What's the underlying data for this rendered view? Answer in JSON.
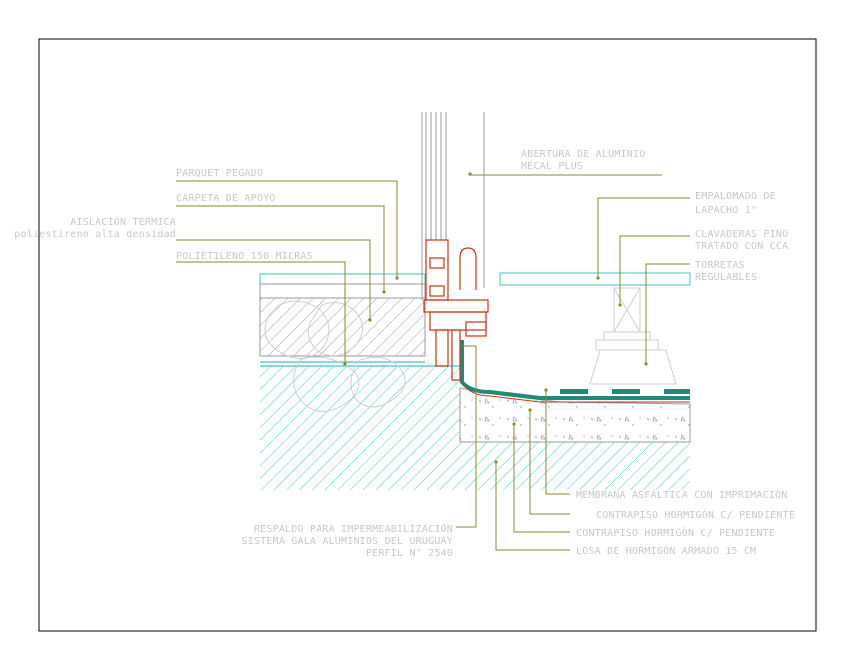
{
  "labels": {
    "parquet": "PARQUET PEGADO",
    "carpeta": "CARPETA DE APOYO",
    "aislacion_1": "AISLACIÓN TERMICA",
    "aislacion_2": "poliestireno alta densidad",
    "polietileno": "POLIETILENO 150 MICRAS",
    "abertura_1": "ABERTURA DE ALUMINIO",
    "abertura_2": "MECAL PLUS",
    "empalomado_1": "EMPALOMADO DE",
    "empalomado_2": "LAPACHO 1\"",
    "clavaderas_1": "CLAVADERAS PINO",
    "clavaderas_2": "TRATADO CON CCA",
    "torretas_1": "TORRETAS",
    "torretas_2": "REGULABLES",
    "membrana": "MEMBRANA ASFÁLTICA CON IMPRIMACIÓN",
    "contrapiso_a": "CONTRAPISO HORMIGÓN C/ PENDIENTE",
    "contrapiso_b": "CONTRAPISO HORMIGÓN C/ PENDIENTE",
    "losa": "LOSA DE HORMIGÓN ARMADO 15 CM",
    "respaldo_1": "RESPALDO PARA IMPERMEABILIZACIÓN",
    "respaldo_2": "SISTEMA GALA ALUMINIOS DEL URUGUAY",
    "respaldo_3": "PERFIL N° 2540"
  },
  "colors": {
    "background": "#ffffff",
    "frame_border": "#000000",
    "drawing_bg": "#ffffff",
    "label_text": "#c8c8c8",
    "leader": "#8a8a30",
    "hatch": "#2ec4c4",
    "aluminium_profile": "#d03010",
    "membrane": "#1f8a7a"
  }
}
